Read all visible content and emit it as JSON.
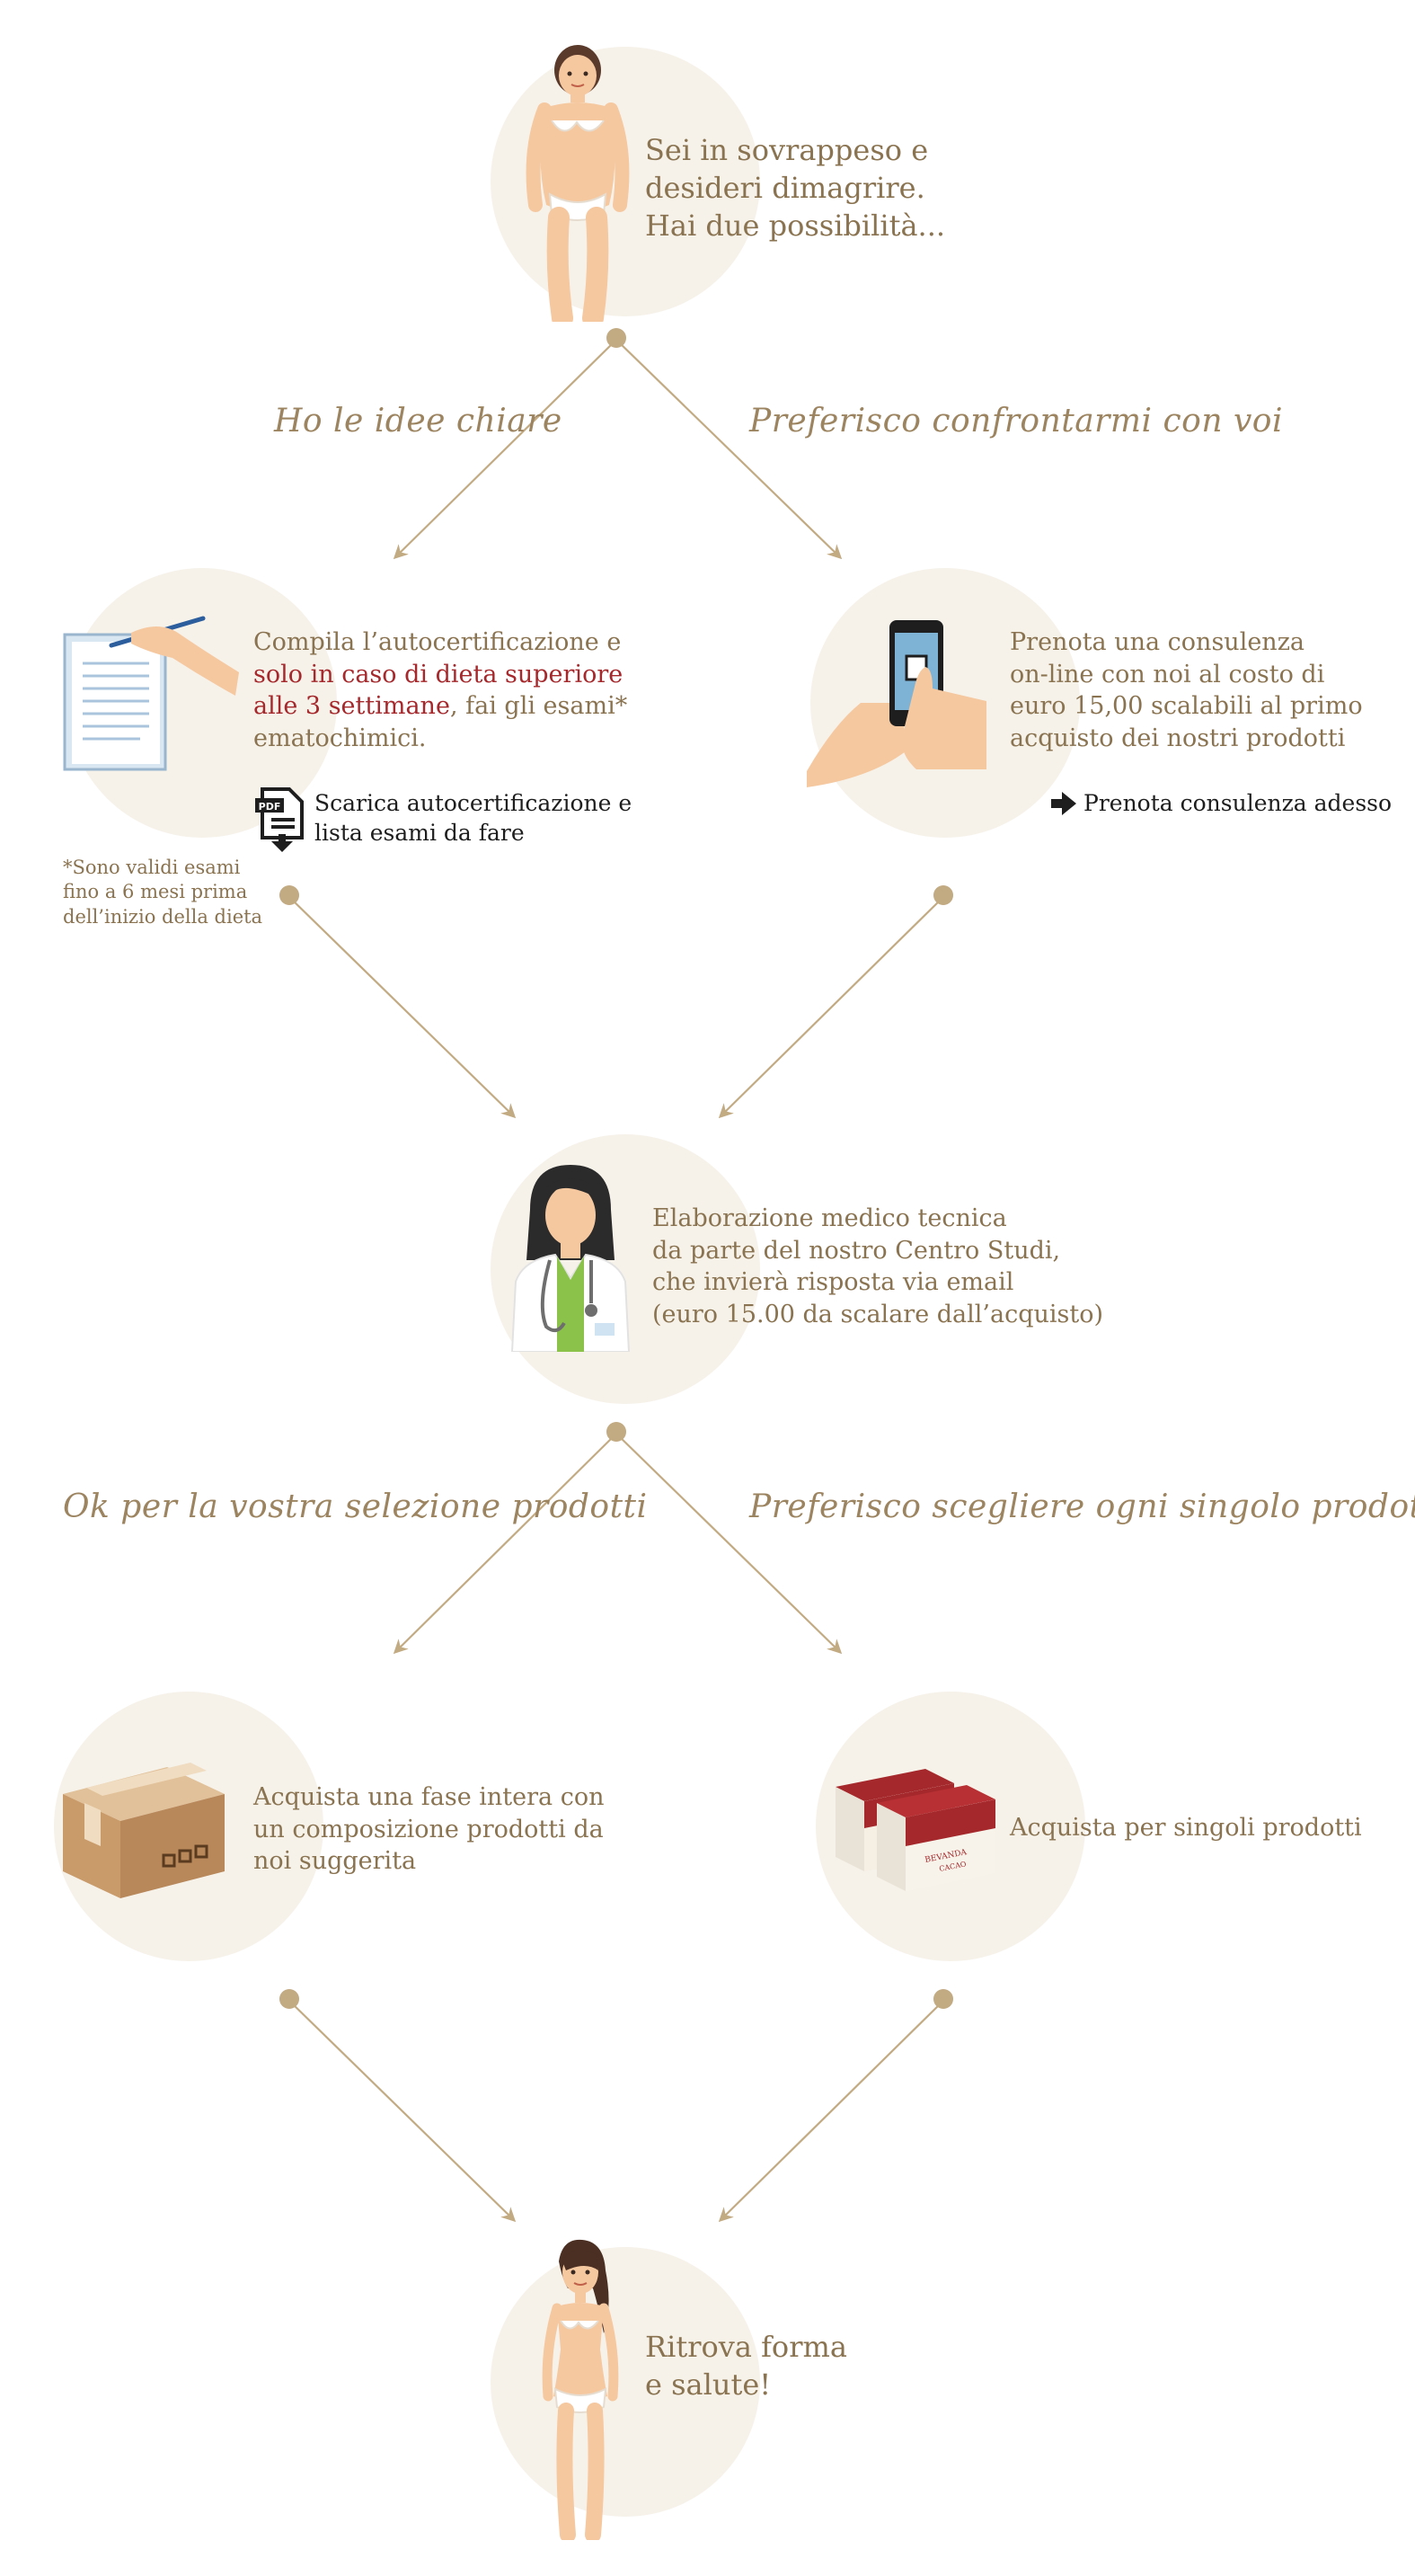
{
  "colors": {
    "line": "#c2aa82",
    "node": "#c2aa82",
    "text": "#8a7350",
    "highlight": "#a5292c",
    "circle_bg": "#f6f2ea"
  },
  "start": {
    "text_lines": [
      "Sei in sovrappeso e",
      "desideri dimagrire.",
      "Hai due possibilità..."
    ]
  },
  "branch1": {
    "left": "Ho le idee chiare",
    "right": "Preferisco confrontarmi con voi"
  },
  "autocert": {
    "line1": "Compila l’autocertificazione e",
    "highlight_line1": "solo in caso di dieta superiore",
    "highlight_line2": "alle 3 settimane",
    "line3_rest": ", fai gli esami*",
    "line4": "ematochimici.",
    "download_line1": "Scarica autocertificazione e",
    "download_line2": "lista esami da fare",
    "pdf_badge": "PDF",
    "footnote_lines": [
      "*Sono validi esami",
      "fino a 6 mesi prima",
      "dell’inizio della dieta"
    ]
  },
  "consult": {
    "text_lines": [
      "Prenota una consulenza",
      "on-line con noi al costo di",
      "euro 15,00 scalabili al primo",
      "acquisto dei nostri prodotti"
    ],
    "link_label": "Prenota consulenza adesso",
    "link_icon": "arrow-right-icon"
  },
  "elaboration": {
    "text_lines": [
      "Elaborazione medico tecnica",
      "da parte del nostro Centro Studi,",
      "che invierà risposta via email",
      "(euro 15.00 da scalare dall’acquisto)"
    ]
  },
  "branch2": {
    "left": "Ok per la vostra selezione prodotti",
    "right": "Preferisco scegliere ogni singolo prodotto"
  },
  "phase": {
    "text_lines": [
      "Acquista una fase intera con",
      "un composizione prodotti da",
      "noi suggerita"
    ]
  },
  "single": {
    "text": "Acquista per singoli prodotti",
    "box_label_1": "BEVANDA",
    "box_label_2": "CACAO"
  },
  "end": {
    "text_lines": [
      "Ritrova forma",
      "e salute!"
    ]
  }
}
